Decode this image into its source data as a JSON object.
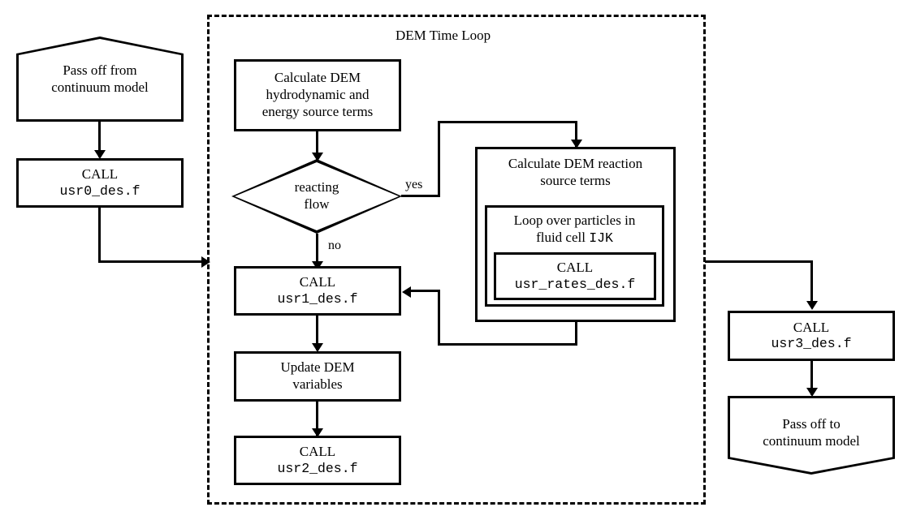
{
  "diagram": {
    "title_visible": "DEM Time Loop",
    "loop_container": {
      "label": "DEM Time Loop"
    },
    "nodes": {
      "pass_off_from": {
        "line1": "Pass off from",
        "line2": "continuum model"
      },
      "call_usr0": {
        "line1": "CALL",
        "line2": "usr0_des.f"
      },
      "calc_hydro": {
        "line1": "Calculate DEM",
        "line2": "hydrodynamic and",
        "line3": "energy source terms"
      },
      "reacting_flow": {
        "line1": "reacting",
        "line2": "flow"
      },
      "calc_reaction": {
        "line1": "Calculate DEM reaction",
        "line2": "source terms"
      },
      "loop_particles": {
        "line1": "Loop over particles in",
        "line2_a": "fluid cell ",
        "line2_b": "IJK"
      },
      "call_usr_rates": {
        "line1": "CALL",
        "line2": "usr_rates_des.f"
      },
      "call_usr1": {
        "line1": "CALL",
        "line2": "usr1_des.f"
      },
      "update_dem": {
        "line1": "Update DEM",
        "line2": "variables"
      },
      "call_usr2": {
        "line1": "CALL",
        "line2": "usr2_des.f"
      },
      "call_usr3": {
        "line1": "CALL",
        "line2": "usr3_des.f"
      },
      "pass_off_to": {
        "line1": "Pass off to",
        "line2": "continuum model"
      }
    },
    "edge_labels": {
      "yes": "yes",
      "no": "no"
    },
    "colors": {
      "stroke": "#000000",
      "background": "#ffffff"
    }
  }
}
